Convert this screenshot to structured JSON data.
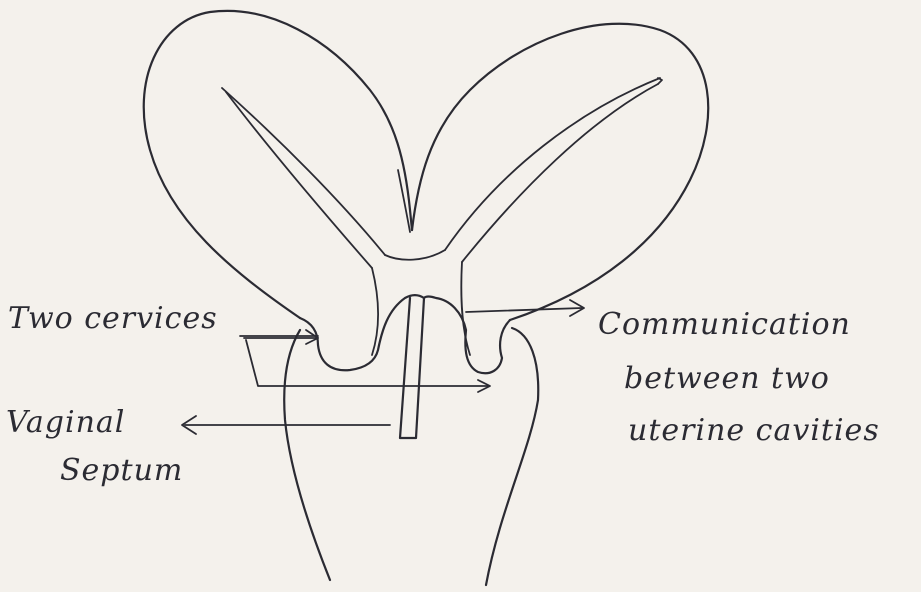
{
  "labels": {
    "two_cervices": "Two cervices",
    "communication_line1": "Communication",
    "communication_line2": "between two",
    "communication_line3": "uterine cavities",
    "vaginal_septum_line1": "Vaginal",
    "vaginal_septum_line2": "Septum"
  },
  "colors": {
    "paper": "#f4f1ec",
    "ink": "#2b2b33"
  }
}
